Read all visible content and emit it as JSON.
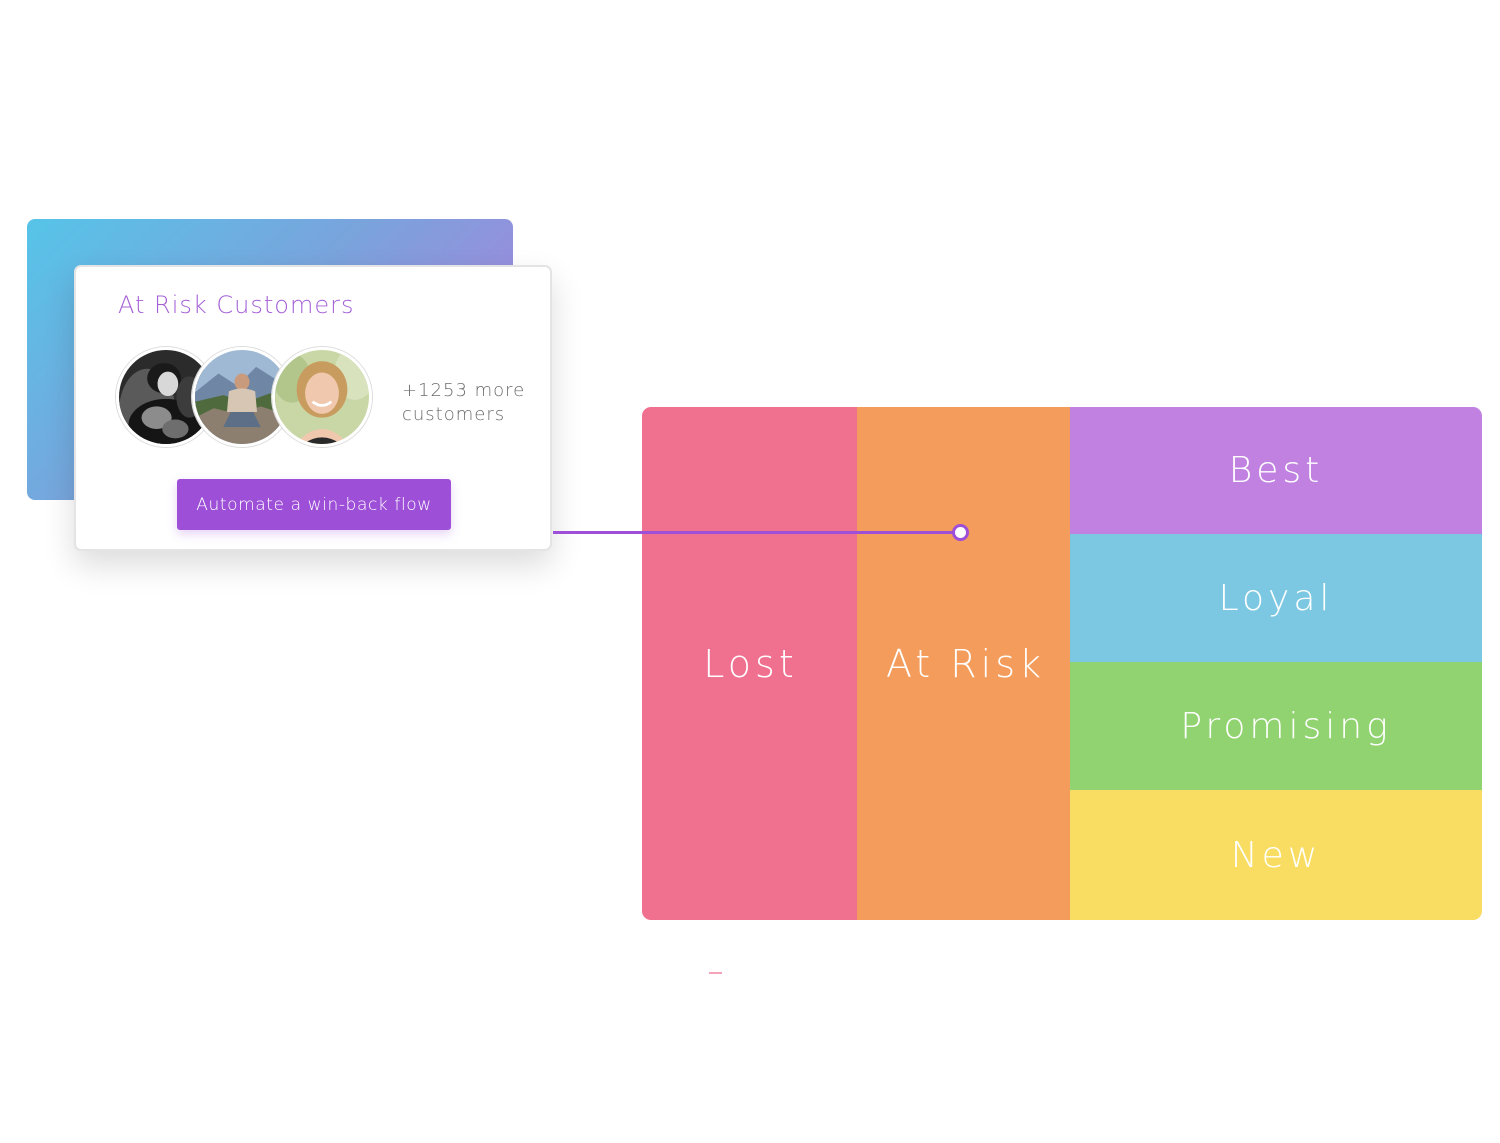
{
  "colors": {
    "accent": "#9d4fd8",
    "title": "#a460d6",
    "lost": "#f07090",
    "at_risk": "#f39c5b",
    "best": "#c181e1",
    "loyal": "#7cc8e2",
    "promising": "#90d370",
    "new": "#f9dd62"
  },
  "card": {
    "title": "At Risk Customers",
    "more_count": "+1253 more",
    "more_label": "customers",
    "button_label": "Automate a win-back flow",
    "avatars": [
      "avatar-woman-with-dog",
      "avatar-man-on-rocks",
      "avatar-smiling-woman"
    ]
  },
  "segments": [
    {
      "key": "lost",
      "label": "Lost"
    },
    {
      "key": "at_risk",
      "label": "At Risk"
    },
    {
      "key": "best",
      "label": "Best"
    },
    {
      "key": "loyal",
      "label": "Loyal"
    },
    {
      "key": "promising",
      "label": "Promising"
    },
    {
      "key": "new",
      "label": "New"
    }
  ]
}
